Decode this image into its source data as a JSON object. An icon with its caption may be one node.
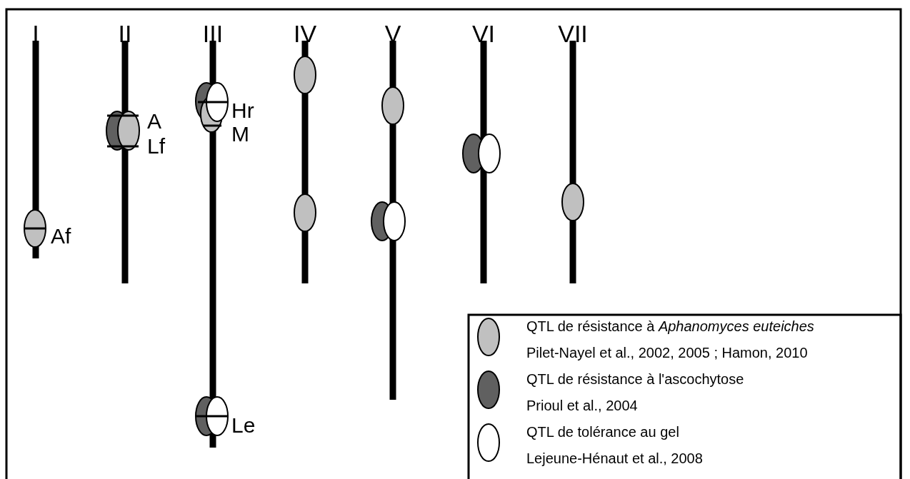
{
  "diagram": {
    "labels": [
      "I",
      "II",
      "III",
      "IV",
      "V",
      "VI",
      "VII",
      "Hr",
      "A",
      "M",
      "Lf",
      "Af",
      "Le",
      "Pilet-Nayel et al., 2002, 2005 ; Hamon, 2010",
      "Prioul et al., 2004",
      "Lejeune-Hénaut et al., 2008"
    ],
    "legend": [
      {
        "text": "QTL de résistance à *Aphanomyces euteiches*",
        "color": "#c0c0c0"
      },
      {
        "text": "QTL de résistance à l'ascochytose",
        "color": "#606060"
      },
      {
        "text": "QTL de tolérance au gel",
        "color": "#ffffff"
      }
    ]
  }
}
